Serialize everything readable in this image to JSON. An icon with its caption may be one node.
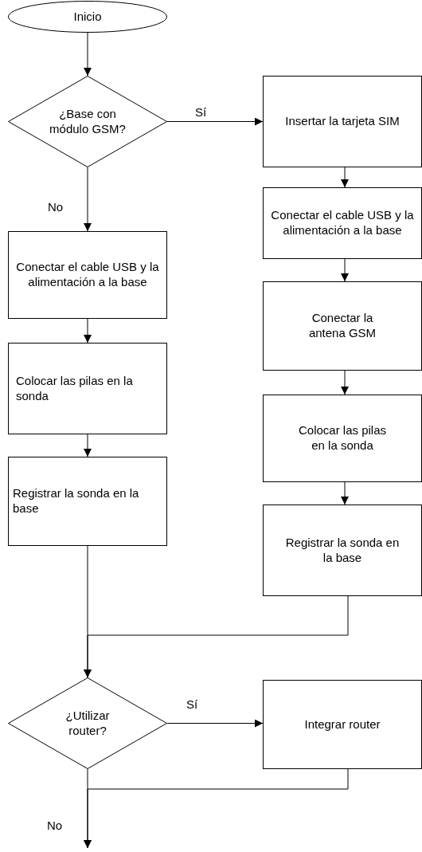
{
  "diagram": {
    "nodes": [
      {
        "text": [
          "Inicio"
        ]
      },
      {
        "text": [
          "¿Base con módulo GSM?"
        ]
      },
      {
        "text": [
          "Insertar la tarjeta SIM"
        ]
      },
      {
        "text": [
          "Conectar el cable USB y la alimentación a la base"
        ]
      },
      {
        "text": [
          "Conectar la antena GSM"
        ]
      },
      {
        "text": [
          "Colocar las pilas en la sonda"
        ]
      },
      {
        "text": [
          "Registrar la sonda en la base"
        ]
      },
      {
        "text": [
          "Conectar el cable USB y la alimentación a la base"
        ]
      },
      {
        "text": [
          "Colocar las pilas en la sonda"
        ]
      },
      {
        "text": [
          "Registrar la sonda en la base"
        ]
      },
      {
        "text": [
          "¿Utilizar router?"
        ]
      },
      {
        "text": [
          "Integrar router"
        ]
      }
    ],
    "edges": [
      {
        "from": 0,
        "to": 1,
        "arrow": "to"
      },
      {
        "from": 1,
        "to": 2,
        "arrow": "to",
        "label": "Sí"
      },
      {
        "from": 2,
        "to": 3,
        "arrow": "to"
      },
      {
        "from": 3,
        "to": 4,
        "arrow": "to"
      },
      {
        "from": 4,
        "to": 5,
        "arrow": "to"
      },
      {
        "from": 5,
        "to": 6,
        "arrow": "to"
      },
      {
        "from": 1,
        "to": 7,
        "arrow": "to",
        "label": "No"
      },
      {
        "from": 7,
        "to": 8,
        "arrow": "to"
      },
      {
        "from": 8,
        "to": 9,
        "arrow": "to"
      },
      {
        "from": 9,
        "to": 10,
        "arrow": "to"
      },
      {
        "from": 6,
        "to": 10,
        "arrow": "to"
      },
      {
        "from": 10,
        "to": 11,
        "arrow": "to",
        "label": "Sí"
      },
      {
        "from": 10,
        "to": null,
        "arrow": "to",
        "label": "No"
      },
      {
        "from": 11,
        "to": null,
        "arrow": "to"
      }
    ]
  }
}
